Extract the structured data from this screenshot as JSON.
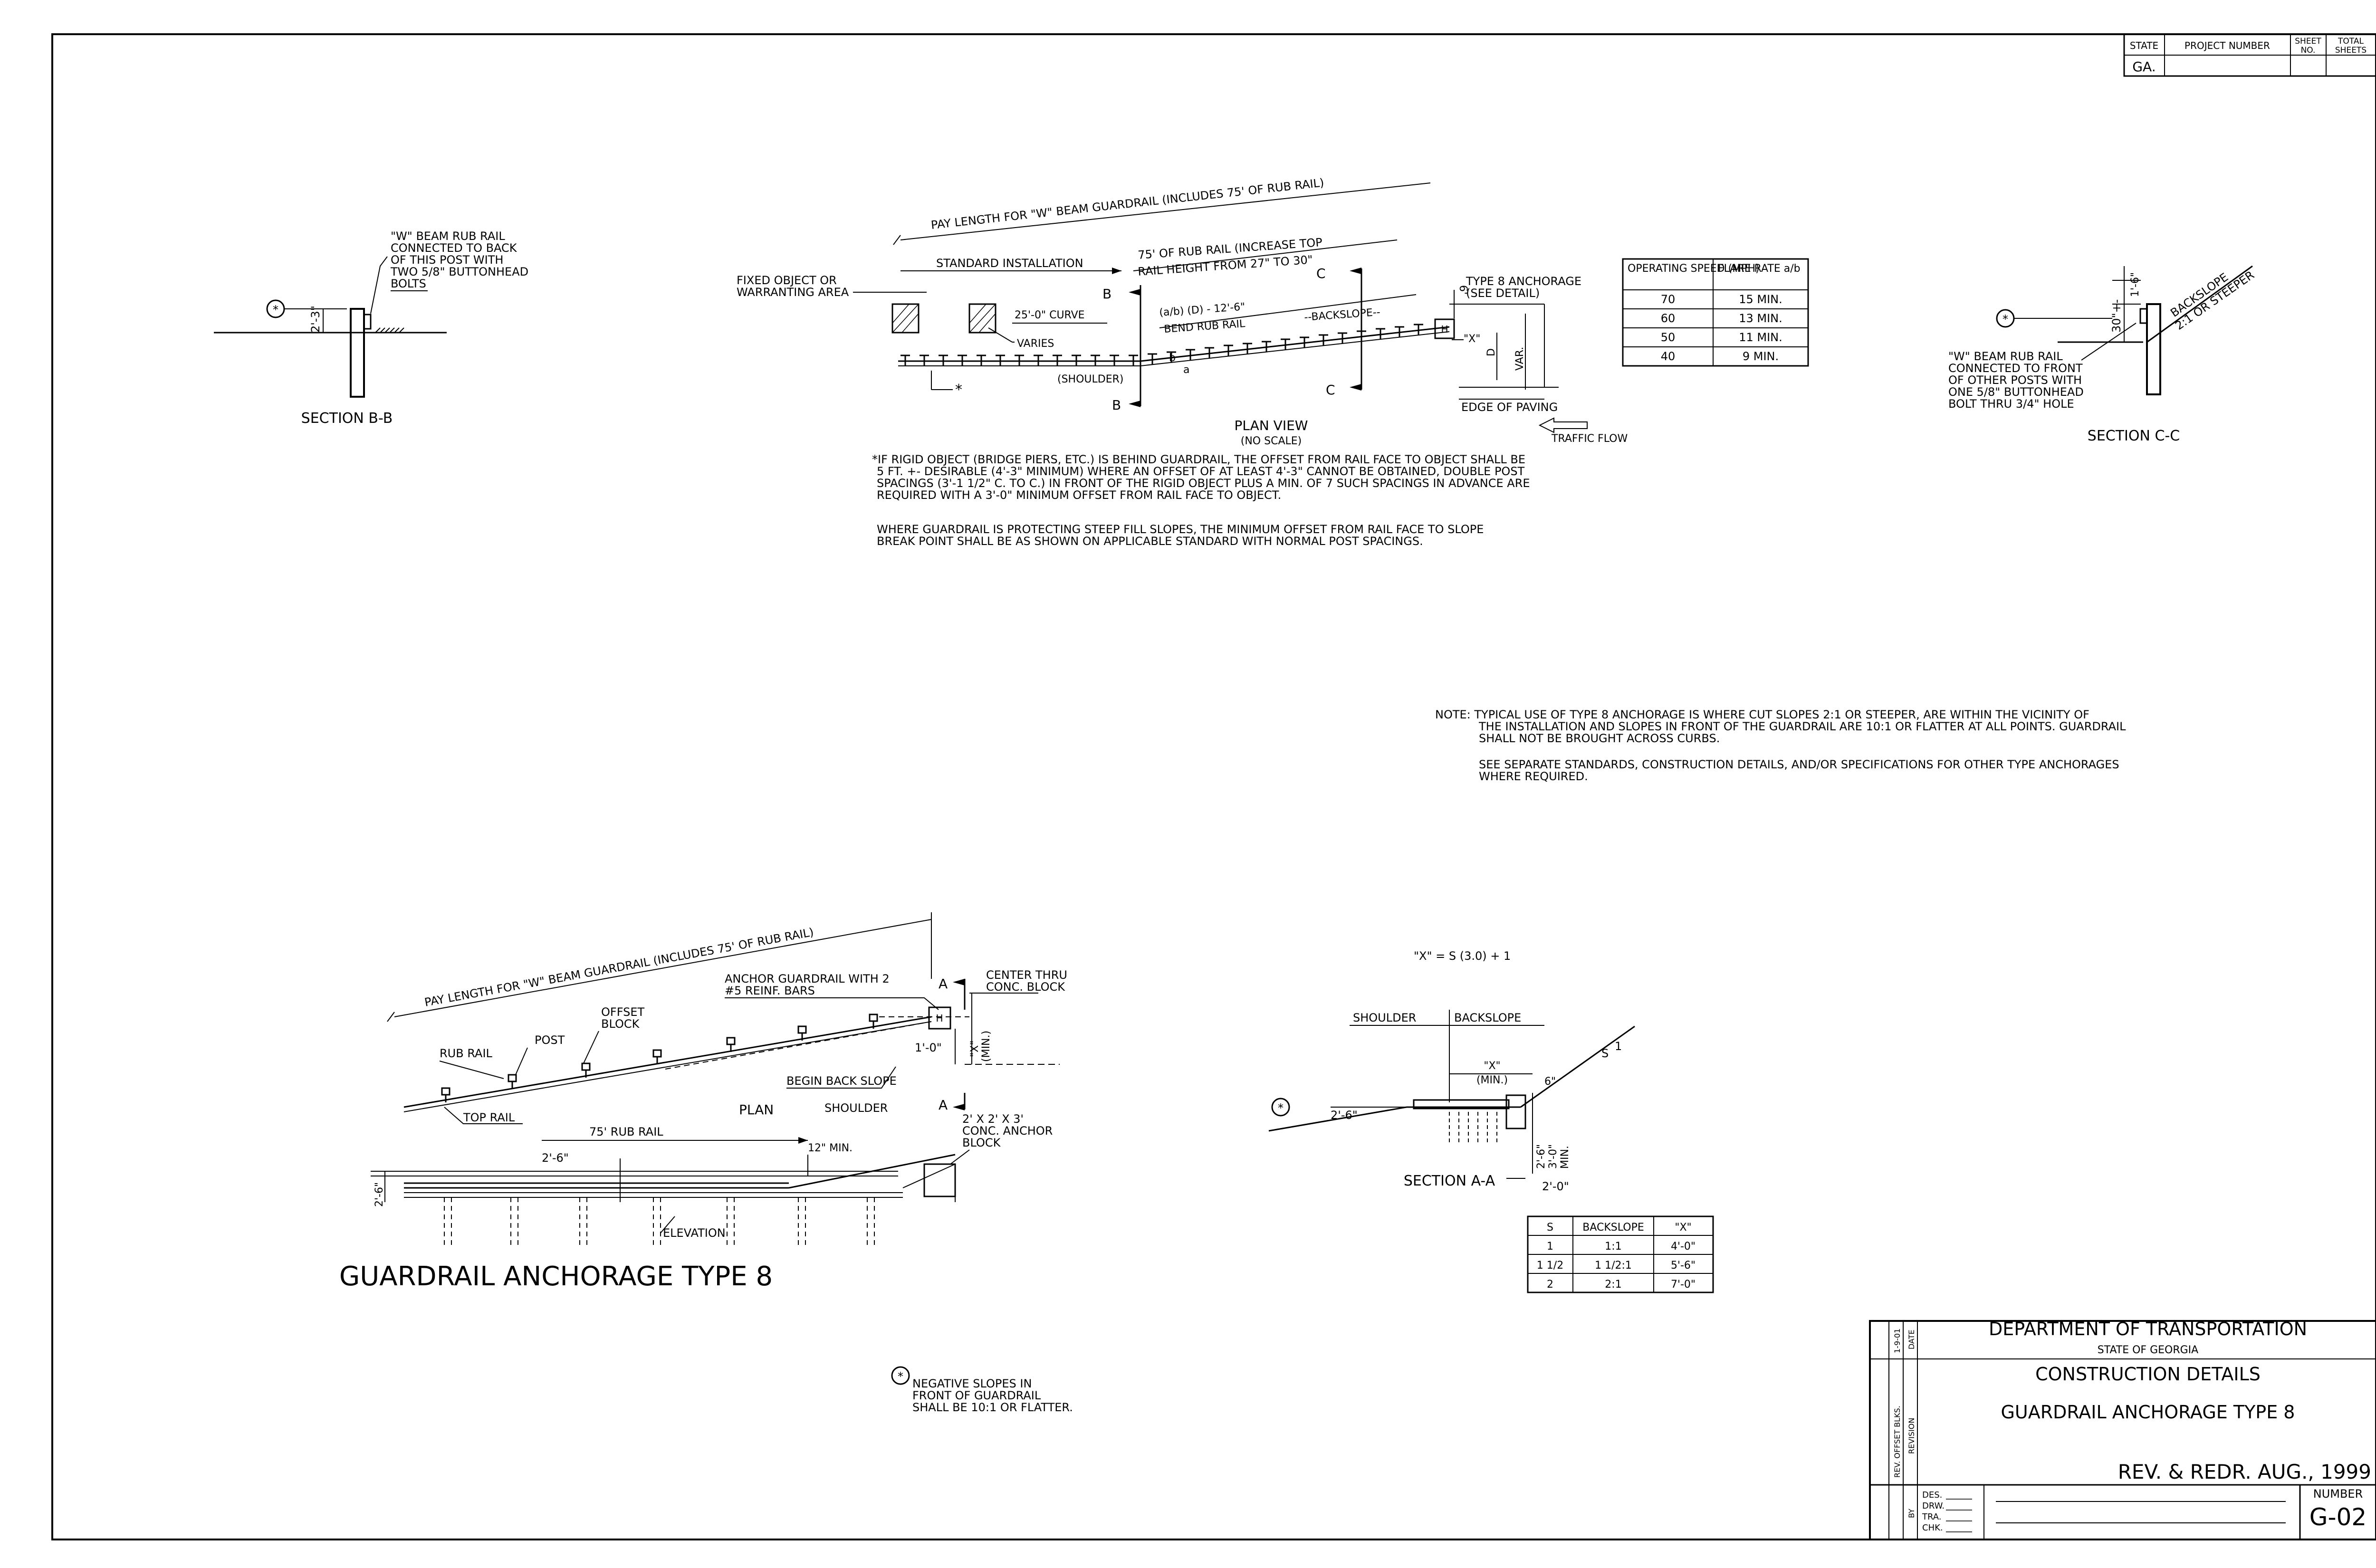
{
  "title_block": {
    "state_label": "STATE",
    "state": "GA.",
    "project_number_label": "PROJECT NUMBER",
    "sheet_no_label": [
      "SHEET",
      "NO."
    ],
    "total_sheets_label": [
      "TOTAL",
      "SHEETS"
    ]
  },
  "section_bb": {
    "label": "SECTION B-B",
    "dim": "2'-3\"",
    "callout": [
      "\"W\" BEAM RUB RAIL",
      "CONNECTED TO BACK",
      "OF THIS POST WITH",
      "TWO 5/8\" BUTTONHEAD",
      "BOLTS"
    ]
  },
  "plan_view": {
    "pay_length": "PAY LENGTH FOR \"W\" BEAM GUARDRAIL (INCLUDES 75' OF RUB RAIL)",
    "standard_installation": "STANDARD INSTALLATION",
    "rub_rail_note": [
      "75' OF RUB RAIL (INCREASE TOP",
      "RAIL HEIGHT FROM 27\" TO 30\""
    ],
    "fixed_object": [
      "FIXED OBJECT OR",
      "WARRANTING AREA"
    ],
    "curve": "25'-0\" CURVE",
    "varies": "VARIES",
    "shoulder": "(SHOULDER)",
    "ab_d": "(a/b) (D) - 12'-6\"",
    "bend_rub_rail": "BEND RUB RAIL",
    "backslope": "--BACKSLOPE--",
    "type8": [
      "TYPE 8 ANCHORAGE",
      "(SEE DETAIL)"
    ],
    "dim_6": "6'",
    "x": "\"X\"",
    "d": "D",
    "var": "VAR.",
    "a": "a",
    "b": "b",
    "edge_of_paving": "EDGE OF PAVING",
    "traffic_flow": "TRAFFIC FLOW",
    "cut_b": "B",
    "cut_c": "C",
    "title": "PLAN VIEW",
    "subtitle": "(NO SCALE)",
    "star": "*"
  },
  "flare_table": {
    "headers": [
      "OPERATING SPEED (MPH)",
      "FLARE RATE a/b"
    ],
    "rows": [
      [
        "70",
        "15 MIN."
      ],
      [
        "60",
        "13 MIN."
      ],
      [
        "50",
        "11 MIN."
      ],
      [
        "40",
        "9 MIN."
      ]
    ]
  },
  "section_cc": {
    "label": "SECTION C-C",
    "dim_top": "1'-6\"",
    "dim": "30\"+-",
    "backslope": [
      "BACKSLOPE",
      "2:1 OR STEEPER"
    ],
    "callout": [
      "\"W\" BEAM RUB RAIL",
      "CONNECTED TO FRONT",
      "OF OTHER POSTS WITH",
      "ONE 5/8\" BUTTONHEAD",
      "BOLT THRU 3/4\" HOLE"
    ]
  },
  "notes": {
    "rigid_object": [
      "*IF RIGID OBJECT (BRIDGE PIERS, ETC.) IS BEHIND GUARDRAIL, THE OFFSET FROM RAIL FACE TO OBJECT SHALL BE",
      "5 FT. +- DESIRABLE (4'-3\" MINIMUM) WHERE AN OFFSET OF AT LEAST 4'-3\" CANNOT BE OBTAINED, DOUBLE POST",
      "SPACINGS (3'-1 1/2\" C. TO C.) IN FRONT OF THE RIGID OBJECT PLUS A MIN. OF 7 SUCH SPACINGS IN ADVANCE ARE",
      "REQUIRED WITH A 3'-0\" MINIMUM OFFSET FROM RAIL FACE TO OBJECT."
    ],
    "steep_fill": [
      "WHERE GUARDRAIL IS PROTECTING STEEP FILL SLOPES, THE MINIMUM OFFSET FROM RAIL FACE TO SLOPE",
      "BREAK POINT SHALL BE AS SHOWN ON APPLICABLE STANDARD WITH NORMAL POST SPACINGS."
    ],
    "type8_note": [
      "NOTE: TYPICAL USE OF TYPE 8 ANCHORAGE IS WHERE CUT SLOPES 2:1 OR STEEPER, ARE WITHIN THE VICINITY OF",
      "THE INSTALLATION AND SLOPES IN FRONT OF THE GUARDRAIL ARE 10:1 OR FLATTER AT ALL POINTS. GUARDRAIL",
      "SHALL NOT BE BROUGHT ACROSS CURBS."
    ],
    "separate": [
      "SEE SEPARATE STANDARDS, CONSTRUCTION DETAILS, AND/OR SPECIFICATIONS FOR OTHER TYPE ANCHORAGES",
      "WHERE REQUIRED."
    ],
    "negative_slopes": [
      "NEGATIVE SLOPES IN",
      "FRONT OF GUARDRAIL",
      "SHALL BE 10:1 OR FLATTER."
    ]
  },
  "anchorage_detail": {
    "pay_length": "PAY LENGTH FOR \"W\" BEAM GUARDRAIL (INCLUDES 75' OF RUB RAIL)",
    "anchor": [
      "ANCHOR GUARDRAIL WITH 2",
      "#5 REINF. BARS"
    ],
    "center_thru": [
      "CENTER THRU",
      "CONC. BLOCK"
    ],
    "offset_block": [
      "OFFSET",
      "BLOCK"
    ],
    "post": "POST",
    "rub_rail": "RUB RAIL",
    "top_rail": "TOP RAIL",
    "one_ft": "1'-0\"",
    "x_min": [
      "\"X\"",
      "(MIN.)"
    ],
    "begin_back_slope": "BEGIN BACK SLOPE",
    "plan": "PLAN",
    "shoulder": "SHOULDER",
    "rub_rail_75": "75' RUB RAIL",
    "conc_block": [
      "2' X 2' X 3'",
      "CONC. ANCHOR",
      "BLOCK"
    ],
    "two_six": "2'-6\"",
    "twelve_min": "12\" MIN.",
    "elevation": "ELEVATION",
    "a": "A",
    "title": "GUARDRAIL ANCHORAGE TYPE 8"
  },
  "section_aa": {
    "formula": "\"X\" = S (3.0) + 1",
    "shoulder": "SHOULDER",
    "backslope": "BACKSLOPE",
    "x_min": [
      "\"X\"",
      "(MIN.)"
    ],
    "six": "6\"",
    "two_six": "2'-6\"",
    "dims_v": [
      "2'-6\"",
      "3'-0\"",
      "MIN."
    ],
    "two_zero": "2'-0\"",
    "s": "S",
    "one": "1",
    "label": "SECTION A-A",
    "table_headers": [
      "S",
      "BACKSLOPE",
      "\"X\""
    ],
    "table_rows": [
      [
        "1",
        "1:1",
        "4'-0\""
      ],
      [
        "1 1/2",
        "1 1/2:1",
        "5'-6\""
      ],
      [
        "2",
        "2:1",
        "7'-0\""
      ]
    ]
  },
  "sheet_block": {
    "date": "1-9-01",
    "date_label": "DATE",
    "revision": "REV. OFFSET BLKS.",
    "revision_label": "REVISION",
    "by_label": "BY",
    "department": "DEPARTMENT OF TRANSPORTATION",
    "state": "STATE OF GEORGIA",
    "construction_details": "CONSTRUCTION DETAILS",
    "drawing_title": "GUARDRAIL ANCHORAGE TYPE 8",
    "revised": "REV. & REDR. AUG., 1999",
    "des": "DES.",
    "drw": "DRW.",
    "tra": "TRA.",
    "chk": "CHK.",
    "number_label": "NUMBER",
    "number": "G-02"
  }
}
